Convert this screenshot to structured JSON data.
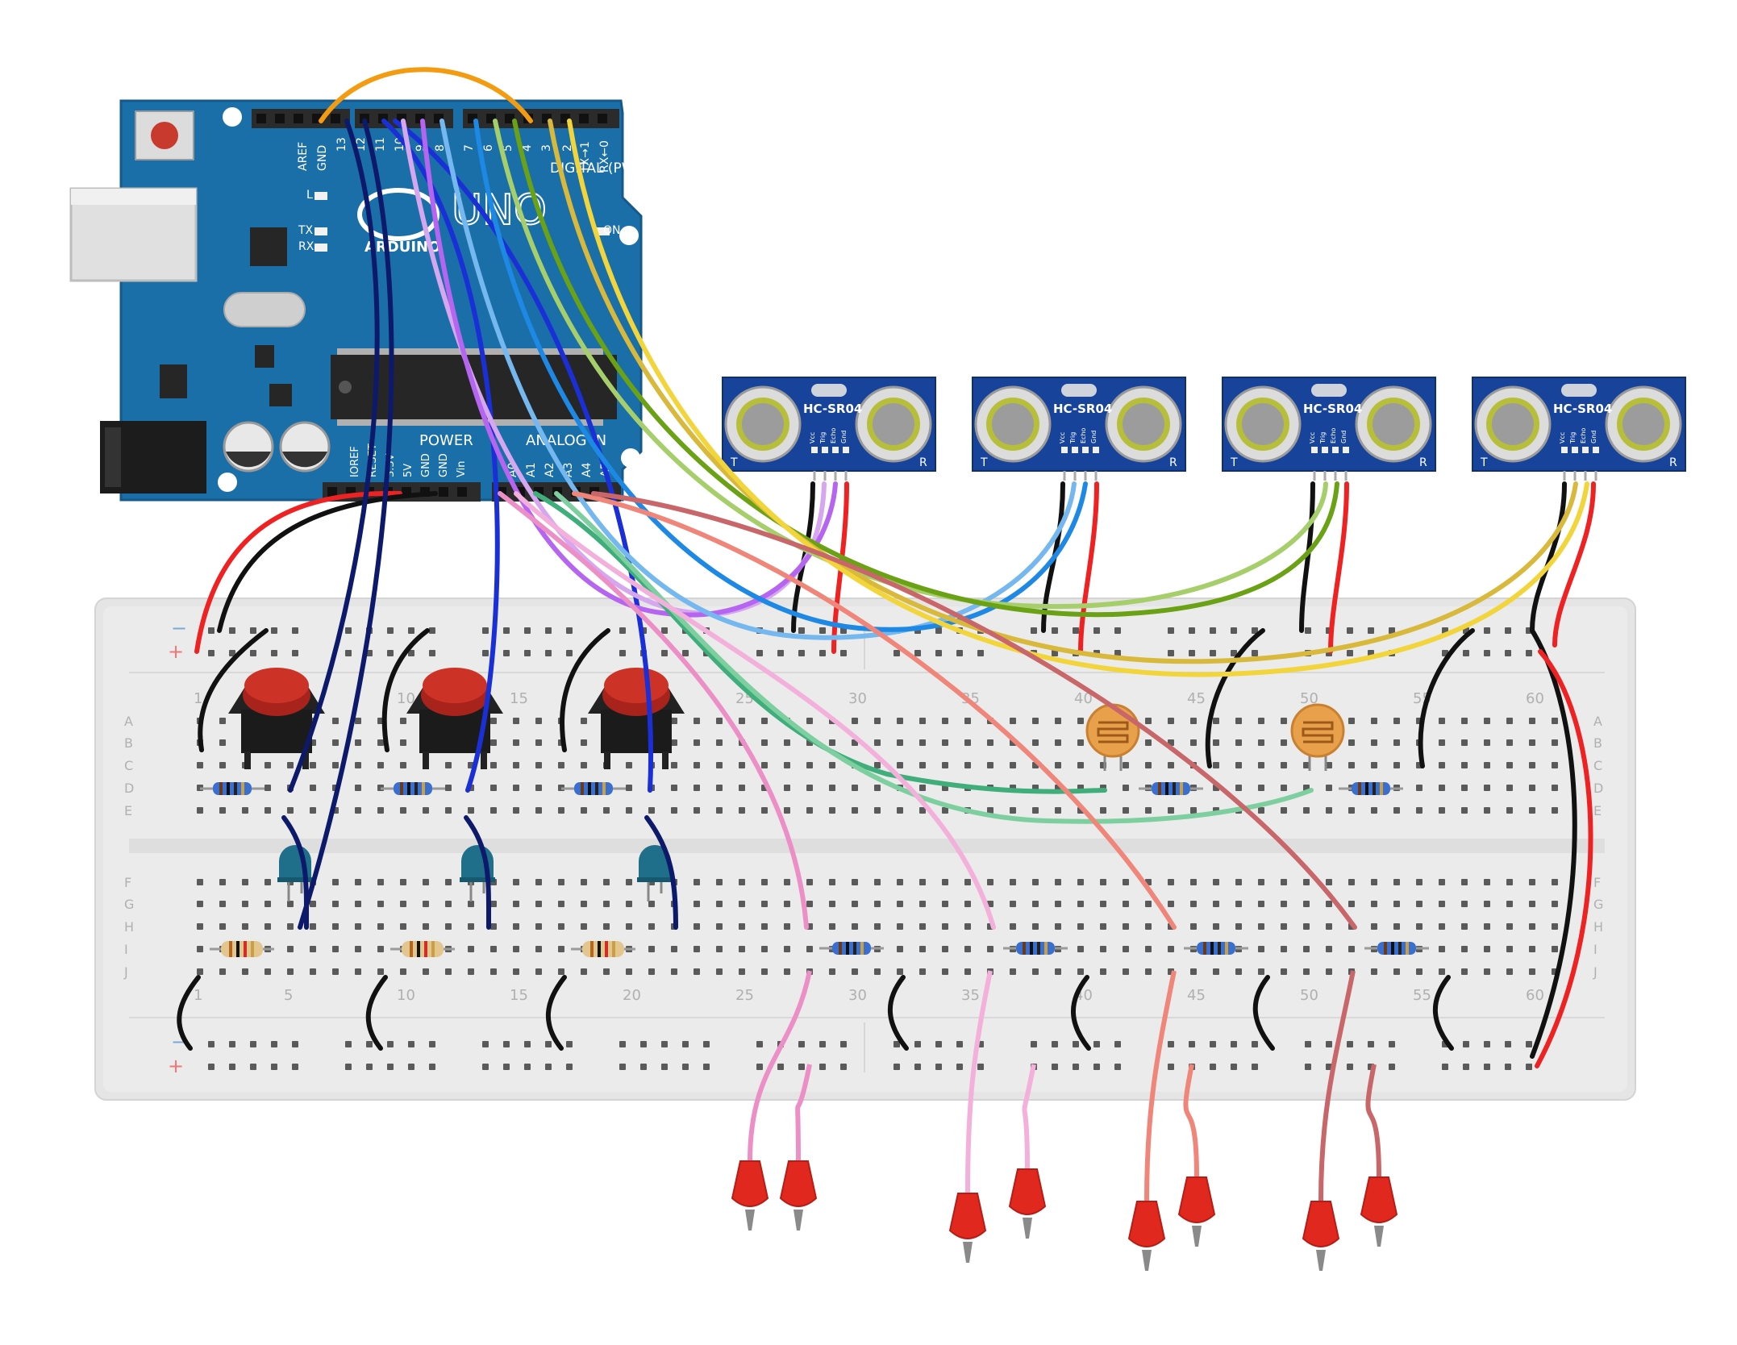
{
  "arduino": {
    "reset_label": "RESET",
    "aref": "AREF",
    "gnd": "GND",
    "pins_top": [
      "13",
      "12",
      "11",
      "10",
      "9",
      "8",
      "7",
      "6",
      "5",
      "4",
      "3",
      "2",
      "TX→1",
      "RX←0"
    ],
    "digital_label": "DIGITAL (PWM~)",
    "logo": "UNO",
    "brand": "ARDUINO",
    "on_label": "ON",
    "led_l": "L",
    "led_tx": "TX",
    "led_rx": "RX",
    "power_label": "POWER",
    "analog_label": "ANALOG IN",
    "power_pins": [
      "IOREF",
      "RESET",
      "3.3V",
      "5V",
      "GND",
      "GND",
      "Vin"
    ],
    "analog_pins": [
      "A0",
      "A1",
      "A2",
      "A3",
      "A4",
      "A5"
    ]
  },
  "sensors": [
    {
      "label": "HC-SR04",
      "pins": [
        "Vcc",
        "Trig",
        "Echo",
        "Gnd"
      ],
      "t": "T",
      "r": "R"
    },
    {
      "label": "HC-SR04",
      "pins": [
        "Vcc",
        "Trig",
        "Echo",
        "Gnd"
      ],
      "t": "T",
      "r": "R"
    },
    {
      "label": "HC-SR04",
      "pins": [
        "Vcc",
        "Trig",
        "Echo",
        "Gnd"
      ],
      "t": "T",
      "r": "R"
    },
    {
      "label": "HC-SR04",
      "pins": [
        "Vcc",
        "Trig",
        "Echo",
        "Gnd"
      ],
      "t": "T",
      "r": "R"
    }
  ],
  "breadboard": {
    "row_letters_top": [
      "A",
      "B",
      "C",
      "D",
      "E"
    ],
    "row_letters_bottom": [
      "F",
      "G",
      "H",
      "I",
      "J"
    ],
    "col_numbers": [
      "1",
      "5",
      "10",
      "15",
      "20",
      "25",
      "30",
      "35",
      "40",
      "45",
      "50",
      "55",
      "60"
    ],
    "rail_minus": "−",
    "rail_plus": "+"
  },
  "components": {
    "buttons": 3,
    "leds": 3,
    "photoresistors": 2,
    "alligator_clip_pairs": 4
  },
  "colors": {
    "board_blue": "#1b6fa8",
    "header_black": "#2b2b2b",
    "breadboard": "#e6e6e6",
    "wire_red": "#ee2222",
    "wire_black": "#111111",
    "wire_navy": "#0d1a6b",
    "wire_blue": "#1a2fd6",
    "wire_orange": "#f39c12",
    "wire_yellow": "#f2d43b",
    "wire_gold": "#d9b93b",
    "wire_green": "#6aa115",
    "wire_lightgreen": "#a6cf6b",
    "wire_purple": "#b565f0",
    "wire_lavender": "#d6a6ef",
    "wire_skyblue": "#74b8ef",
    "wire_azure": "#1e88e5",
    "wire_mint": "#7ecfa0",
    "wire_seagreen": "#3fae7b",
    "wire_pink": "#ec8fc7",
    "wire_lightpink": "#f3b0db",
    "wire_salmon": "#f0857a",
    "wire_rosebrown": "#c8666a"
  }
}
